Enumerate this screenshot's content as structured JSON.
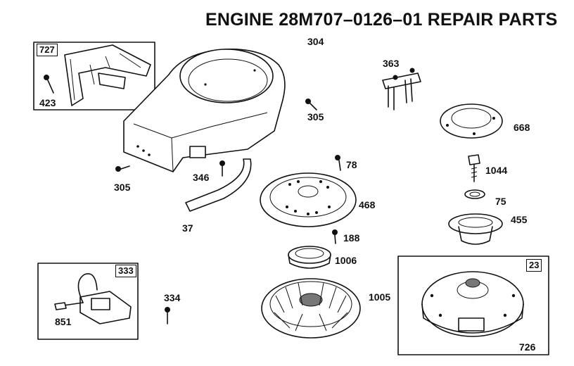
{
  "title": "ENGINE 28M707–0126–01 REPAIR PARTS",
  "parts": {
    "p304": "304",
    "p305a": "305",
    "p305b": "305",
    "p346": "346",
    "p37": "37",
    "p78": "78",
    "p468": "468",
    "p188": "188",
    "p1006": "1006",
    "p1005": "1005",
    "p363": "363",
    "p668": "668",
    "p1044": "1044",
    "p75": "75",
    "p455": "455",
    "p726": "726",
    "p334": "334",
    "p851": "851",
    "p423": "423"
  },
  "kits": {
    "k727": "727",
    "k333": "333",
    "k23": "23"
  }
}
